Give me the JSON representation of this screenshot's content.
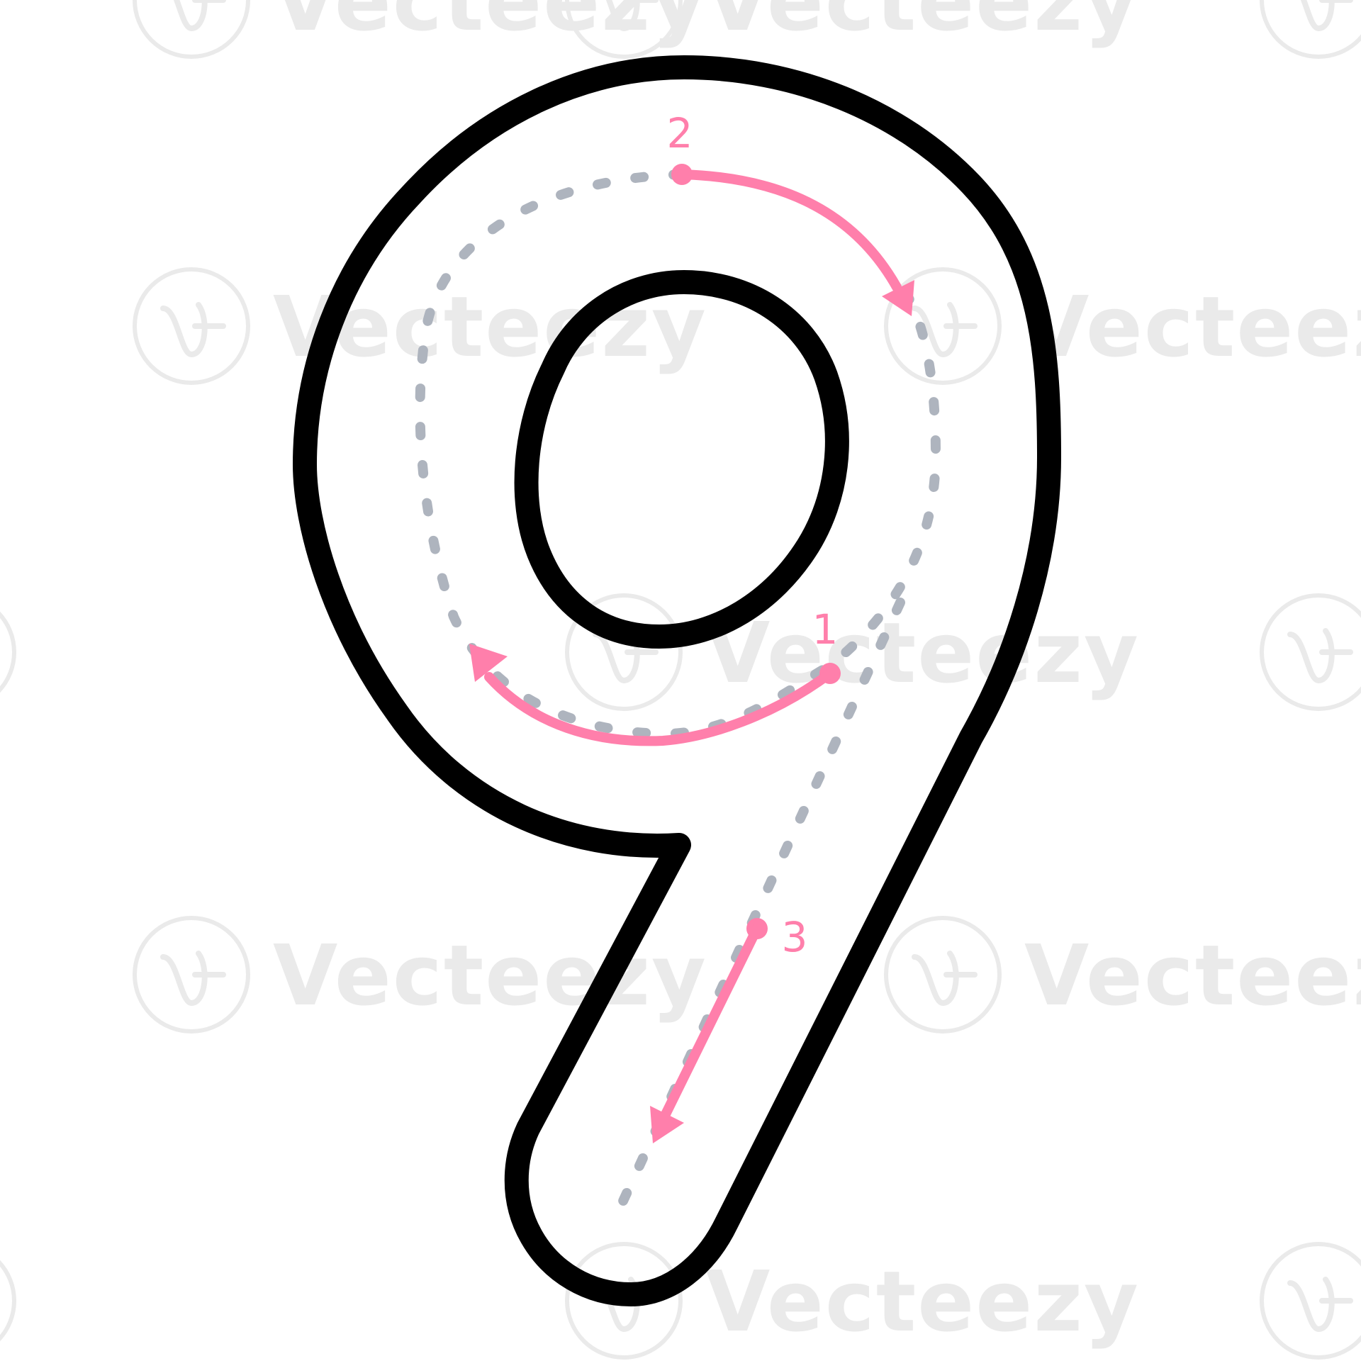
{
  "worksheet": {
    "glyph": "9",
    "colors": {
      "outline": "#000000",
      "guide": "#aeb4be",
      "stroke": "#ff7fab",
      "watermark": "#eaeaea",
      "background": "#ffffff"
    },
    "steps": [
      {
        "number": "1"
      },
      {
        "number": "2"
      },
      {
        "number": "3"
      }
    ]
  },
  "watermark": {
    "brand": "Vecteezy",
    "icon": "vecteezy-logo-icon"
  }
}
